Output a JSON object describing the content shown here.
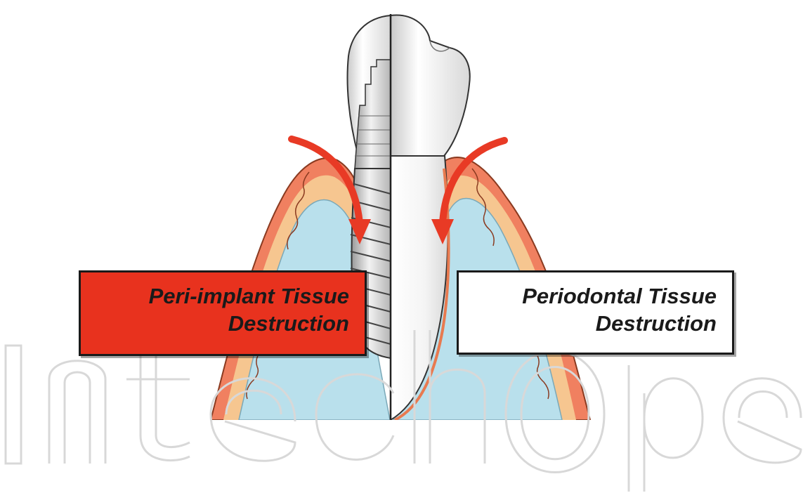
{
  "labels": {
    "left": {
      "line1": "Peri-implant Tissue",
      "line2": "Destruction"
    },
    "right": {
      "line1": "Periodontal Tissue",
      "line2": "Destruction"
    }
  },
  "watermark": "IntechOpen",
  "colors": {
    "bone": "#b9e0ec",
    "gingiva_outer": "#f08060",
    "gingiva_inner": "#f6c690",
    "arrow": "#e83a25",
    "left_label_bg": "#e8321e",
    "right_label_bg": "#ffffff",
    "watermark_stroke": "#d8d8d8"
  }
}
